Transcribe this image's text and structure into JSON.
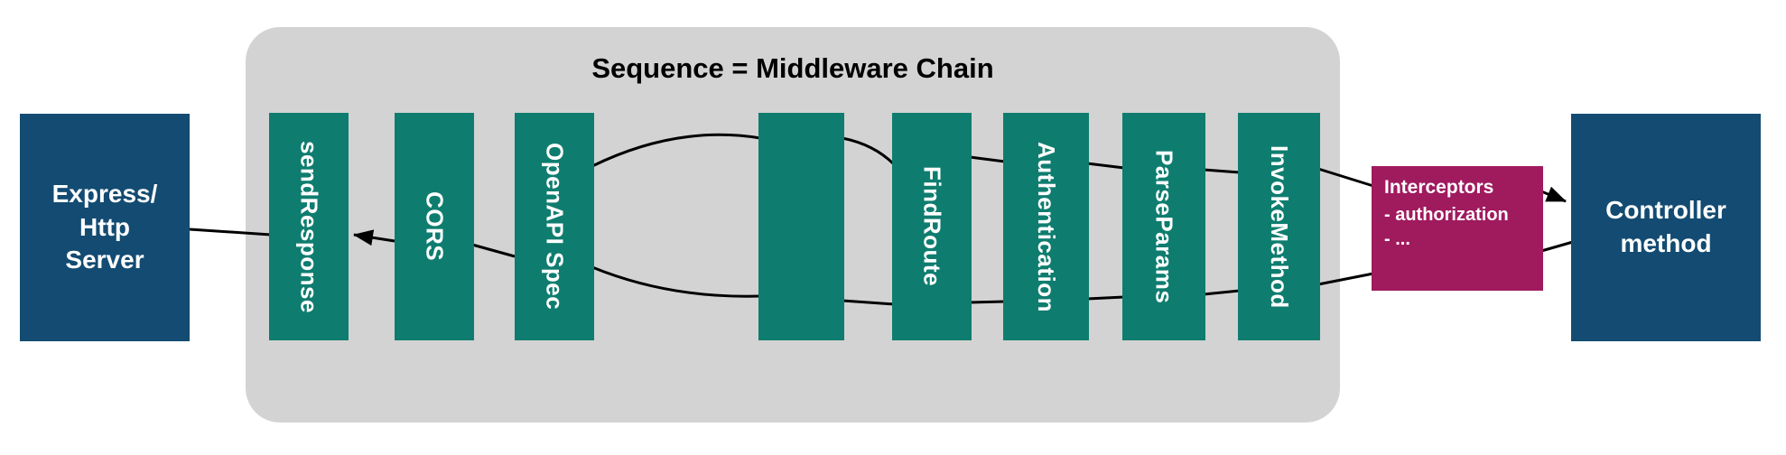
{
  "colors": {
    "navy": "#134b72",
    "teal": "#0e7d6f",
    "magenta": "#a01a5e",
    "panelGray": "#d3d3d3",
    "line": "#000000",
    "background": "#ffffff",
    "nodeText": "#ffffff"
  },
  "diagram": {
    "title": "Sequence = Middleware Chain",
    "express_node": "Express/\nHttp\nServer",
    "controller_node": "Controller\nmethod",
    "middlewares": [
      "sendResponse",
      "CORS",
      "OpenAPI Spec",
      "",
      "FindRoute",
      "Authentication",
      "ParseParams",
      "InvokeMethod"
    ],
    "interceptors": {
      "title": "Interceptors",
      "items": [
        "-  authorization",
        "-  ..."
      ]
    }
  }
}
